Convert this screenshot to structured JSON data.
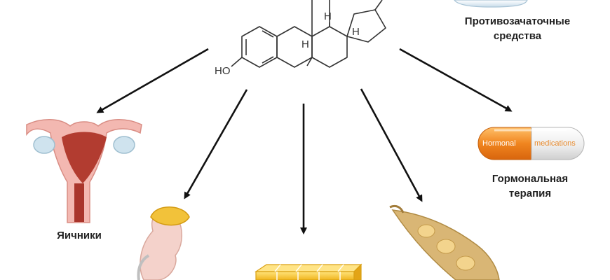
{
  "molecule": {
    "hydroxyl_label": "HO",
    "hydrogen_label": "H"
  },
  "labels": {
    "contraceptives_line1": "Противозачаточные",
    "contraceptives_line2": "средства",
    "hormone_therapy_line1": "Гормональная",
    "hormone_therapy_line2": "терапия",
    "ovaries": "Яичники"
  },
  "pill": {
    "left_text": "Hormonal",
    "right_text": "medications"
  },
  "colors": {
    "arrow": "#111111",
    "uterus_pink": "#f2b6b0",
    "uterus_dark": "#b53a2e",
    "ovary_blue": "#cfe4ef",
    "kidney_pink": "#f3cfc7",
    "adrenal_yellow": "#f2c23a",
    "fat_yellow": "#f7c834",
    "soy_pod": "#d8b574",
    "pill_orange": "#f08a24",
    "pill_white": "#f1f1f1"
  }
}
